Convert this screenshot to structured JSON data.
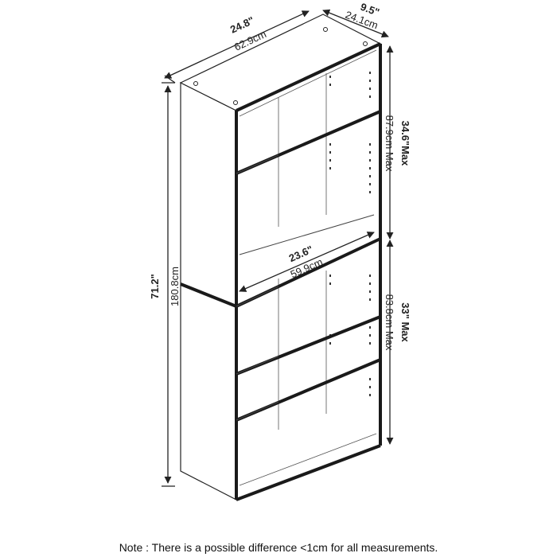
{
  "dimensions": {
    "width_in": "24.8\"",
    "width_cm": "62.9cm",
    "depth_in": "9.5\"",
    "depth_cm": "24.1cm",
    "height_in": "71.2\"",
    "height_cm": "180.8cm",
    "inner_width_in": "23.6\"",
    "inner_width_cm": "59.9cm",
    "upper_height_in": "34.6\"Max",
    "upper_height_cm": "87.9cm Max",
    "lower_height_in": "33\" Max",
    "lower_height_cm": "83.8cm Max"
  },
  "note": "Note : There is a possible difference <1cm for all measurements."
}
